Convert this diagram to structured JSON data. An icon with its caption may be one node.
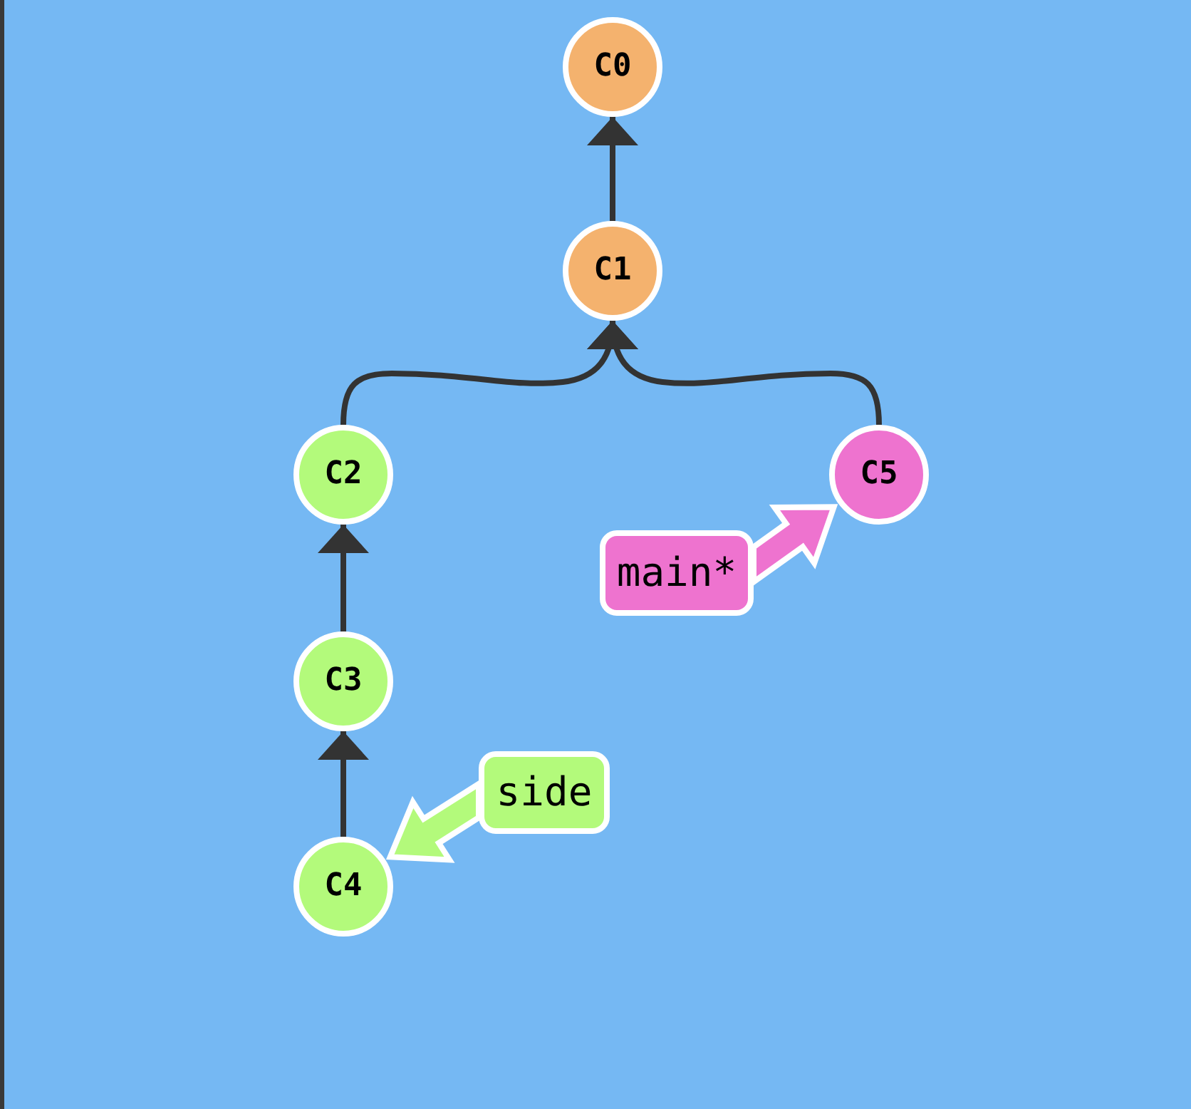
{
  "diagram": {
    "nodes": [
      {
        "text": [
          "C0"
        ]
      },
      {
        "text": [
          "C1"
        ]
      },
      {
        "text": [
          "C2"
        ]
      },
      {
        "text": [
          "C5"
        ]
      },
      {
        "text": [
          "main*"
        ]
      },
      {
        "text": [
          "C3"
        ]
      },
      {
        "text": [
          "side"
        ]
      },
      {
        "text": [
          "C4"
        ]
      }
    ],
    "edges": [
      {
        "from": 1,
        "to": 0,
        "arrow": "to"
      },
      {
        "from": 2,
        "to": 1,
        "arrow": "to"
      },
      {
        "from": 3,
        "to": 1,
        "arrow": "to"
      },
      {
        "from": 5,
        "to": 2,
        "arrow": "to"
      },
      {
        "from": 7,
        "to": 5,
        "arrow": "to"
      },
      {
        "from": 4,
        "to": 3,
        "arrow": "to",
        "style": "thick",
        "color": "#ee73cf"
      },
      {
        "from": 6,
        "to": 7,
        "arrow": "to",
        "style": "thick",
        "color": "#b3fa7b"
      }
    ]
  }
}
